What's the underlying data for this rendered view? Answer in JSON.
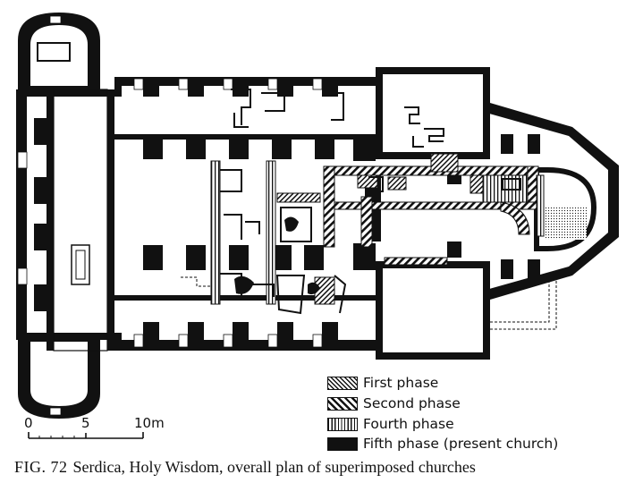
{
  "legend": {
    "items": [
      {
        "label": "First phase"
      },
      {
        "label": "Second phase"
      },
      {
        "label": "Fourth phase"
      },
      {
        "label": "Fifth phase (present church)"
      }
    ]
  },
  "scale": {
    "ticks": [
      "0",
      "5",
      "10m"
    ]
  },
  "caption": {
    "fig_label": "FIG. 72",
    "text": "Serdica, Holy Wisdom, overall plan of superimposed churches"
  }
}
